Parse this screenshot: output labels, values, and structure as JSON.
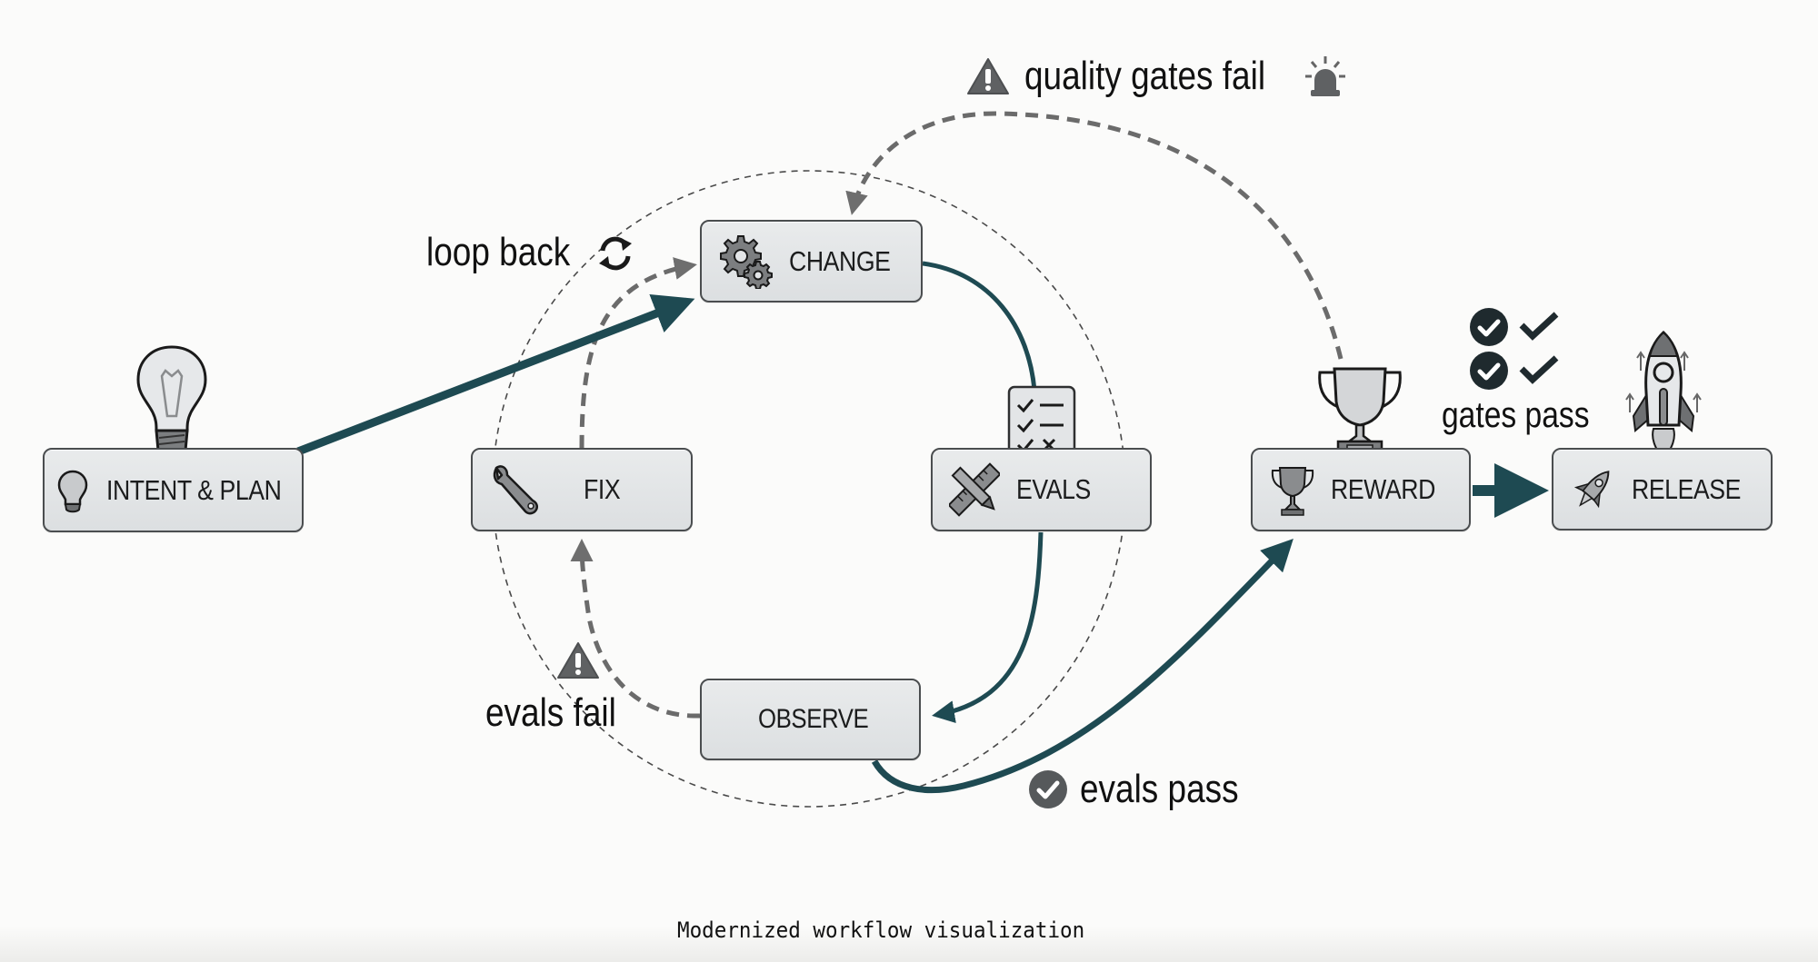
{
  "diagram": {
    "type": "workflow loop",
    "caption": "Modernized workflow visualization",
    "colors": {
      "flow_arrow": "#1e4a52",
      "dashed_feedback": "#6b6b6b",
      "node_fill": "#e3e5e7",
      "node_border": "#4a4d4f",
      "icon_gray": "#7a7a7a",
      "dark_badge": "#1f2a2e"
    },
    "nodes": [
      {
        "id": "intent",
        "label": "INTENT & PLAN",
        "icon": "lightbulb-icon",
        "badge_icon": "large-lightbulb-icon"
      },
      {
        "id": "change",
        "label": "CHANGE",
        "icon": "gears-icon"
      },
      {
        "id": "fix",
        "label": "FIX",
        "icon": "wrench-icon"
      },
      {
        "id": "evals",
        "label": "EVALS",
        "icon": "pencil-ruler-icon",
        "badge_icon": "checklist-icon"
      },
      {
        "id": "observe",
        "label": "OBSERVE",
        "icon": ""
      },
      {
        "id": "reward",
        "label": "REWARD",
        "icon": "trophy-icon",
        "badge_icon": "large-trophy-icon"
      },
      {
        "id": "release",
        "label": "RELEASE",
        "icon": "rocket-icon",
        "badge_icon": "large-rocket-icon"
      }
    ],
    "edges": [
      {
        "from": "intent",
        "to": "change",
        "style": "solid"
      },
      {
        "from": "change",
        "to": "evals",
        "style": "solid"
      },
      {
        "from": "evals",
        "to": "observe",
        "style": "solid"
      },
      {
        "from": "observe",
        "to": "reward",
        "style": "solid",
        "label": "evals pass"
      },
      {
        "from": "reward",
        "to": "release",
        "style": "solid",
        "label": "gates pass"
      },
      {
        "from": "observe",
        "to": "fix",
        "style": "dashed",
        "label": "evals fail"
      },
      {
        "from": "fix",
        "to": "change",
        "style": "dashed",
        "label": "loop back"
      },
      {
        "from": "reward",
        "to": "change",
        "style": "dashed",
        "label": "quality gates fail"
      }
    ],
    "annotations": {
      "quality_gates_fail": "quality gates fail",
      "loop_back": "loop back",
      "evals_fail": "evals fail",
      "evals_pass": "evals pass",
      "gates_pass": "gates pass"
    }
  }
}
